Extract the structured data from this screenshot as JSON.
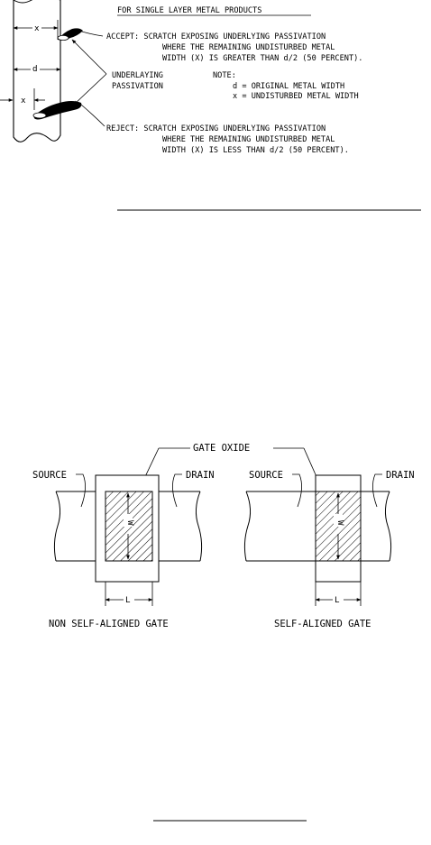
{
  "figure1": {
    "heading": "FOR SINGLE LAYER METAL PRODUCTS",
    "accept_lines": [
      "ACCEPT: SCRATCH EXPOSING UNDERLYING PASSIVATION",
      "WHERE THE REMAINING UNDISTURBED METAL",
      "WIDTH (X) IS GREATER THAN d/2 (50 PERCENT)."
    ],
    "passivation_lines": [
      "UNDERLAYING",
      "PASSIVATION"
    ],
    "note_lines": [
      "NOTE:",
      "d = ORIGINAL METAL WIDTH",
      "x = UNDISTURBED METAL WIDTH"
    ],
    "reject_lines": [
      "REJECT: SCRATCH EXPOSING UNDERLYING PASSIVATION",
      "WHERE THE REMAINING UNDISTURBED METAL",
      "WIDTH (X) IS LESS THAN d/2 (50 PERCENT)."
    ],
    "dim_x_top": "x",
    "dim_d": "d",
    "dim_x_bottom": "x"
  },
  "figure2": {
    "gate_oxide": "GATE OXIDE",
    "left": {
      "source": "SOURCE",
      "drain": "DRAIN",
      "w": "W",
      "l": "L",
      "caption": "NON SELF-ALIGNED GATE"
    },
    "right": {
      "source": "SOURCE",
      "drain": "DRAIN",
      "w": "W",
      "l": "L",
      "caption": "SELF-ALIGNED GATE"
    }
  }
}
